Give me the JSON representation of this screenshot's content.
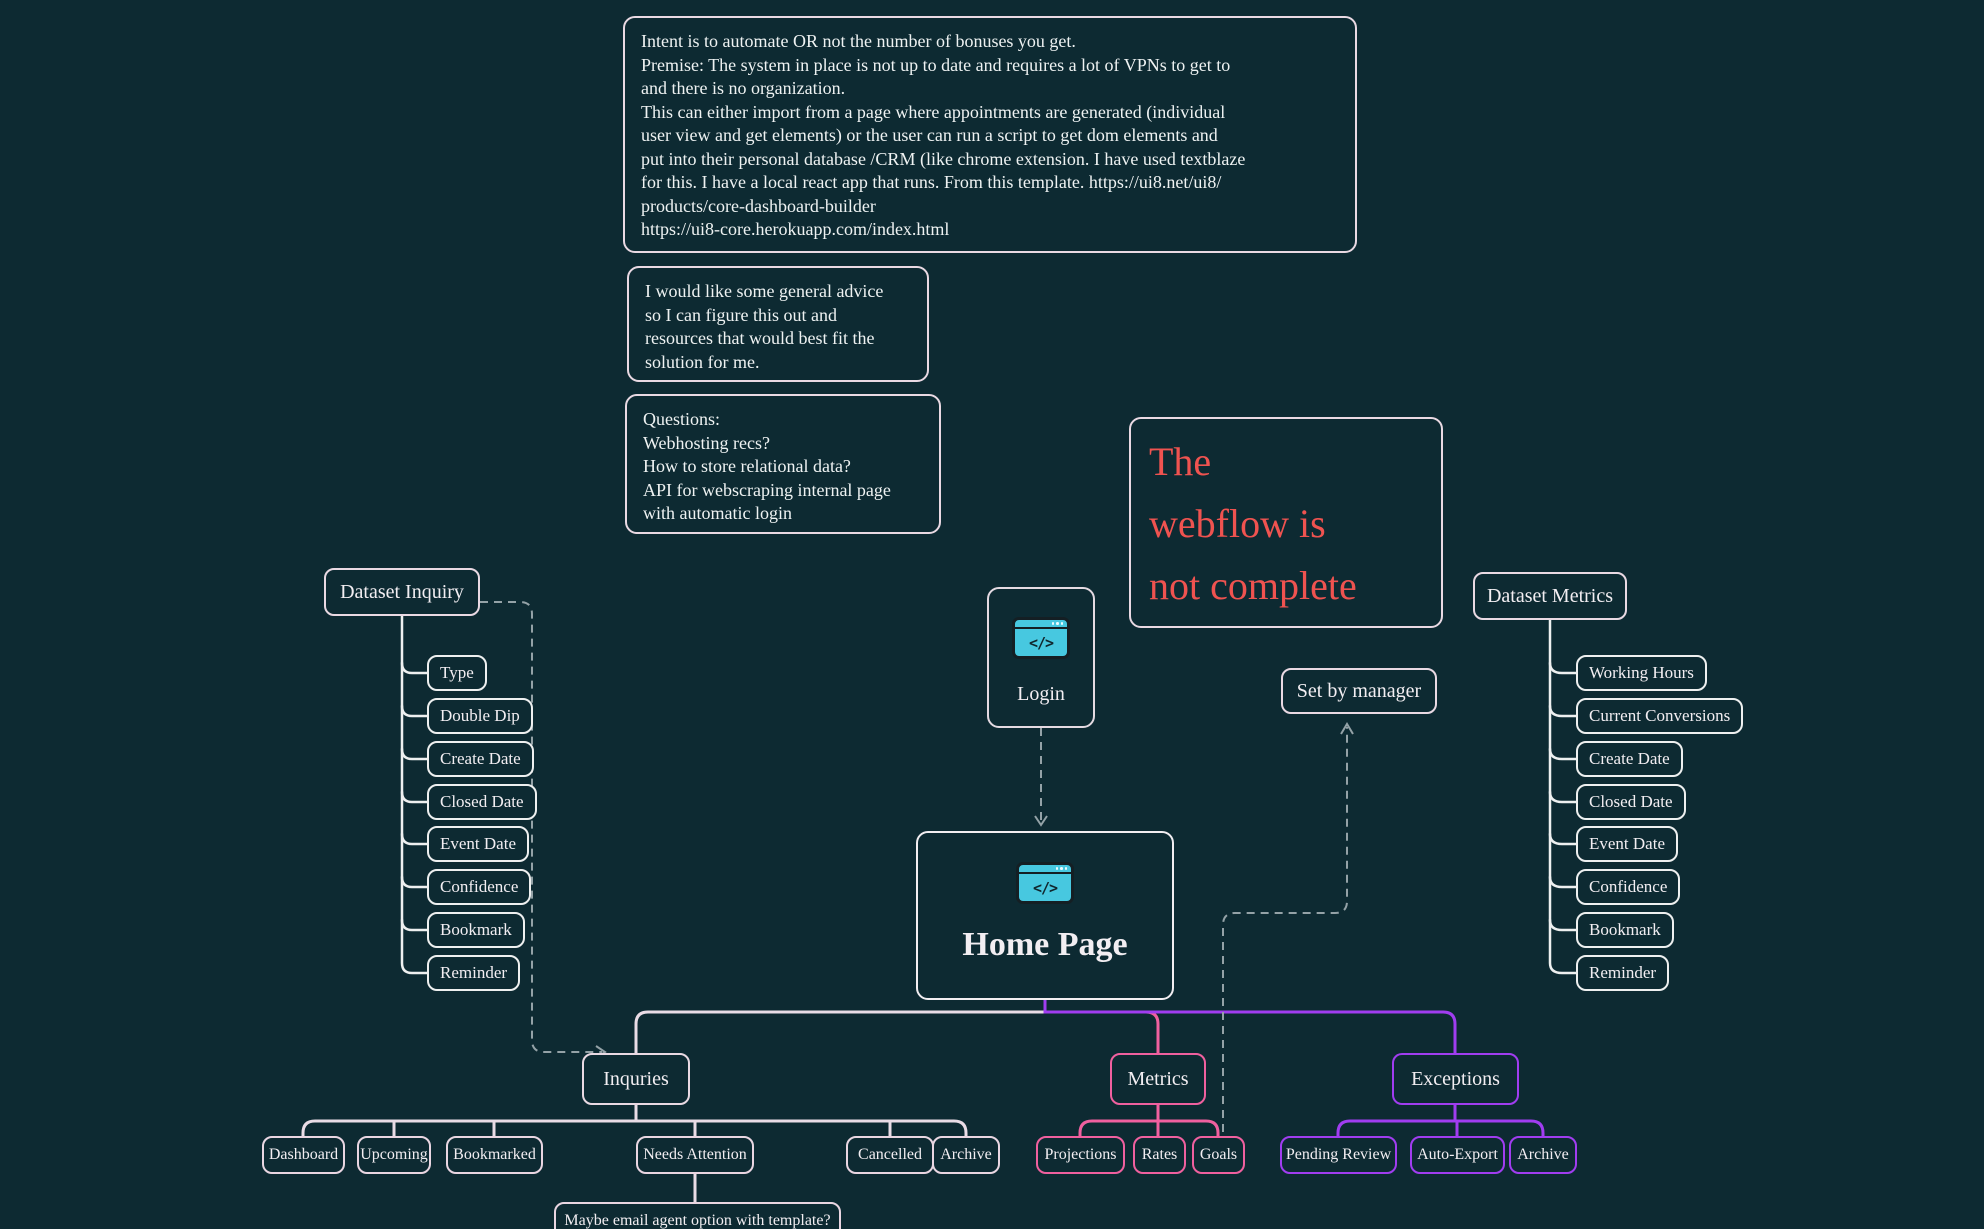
{
  "colors": {
    "background": "#0d2a32",
    "border_light_pink": "#e9d9e3",
    "border_white": "#eef0f0",
    "metrics_pink": "#f0609f",
    "exceptions_purple": "#a03df0",
    "warning_red": "#ef5350",
    "icon_cyan": "#47c8e0",
    "dashed_gray": "#94a2a7"
  },
  "icons": {
    "code_glyph": "</>"
  },
  "notes": {
    "intent": "Intent is to automate OR not the number of bonuses you get.\nPremise: The system in place is not up to date and requires a lot of VPNs to get to\nand there is no organization.\nThis can either import from a page where appointments are generated (individual\nuser view and get elements) or the user can run a script to get dom elements and\nput into their personal database /CRM (like chrome extension. I have used textblaze\nfor this. I have a local react app that runs. From this template.  https://ui8.net/ui8/\nproducts/core-dashboard-builder\nhttps://ui8-core.herokuapp.com/index.html",
    "advice": "I would like some general advice\nso I can figure this out and\nresources that would best fit the\nsolution for me.",
    "questions": "Questions:\nWebhosting recs?\nHow to store relational data?\nAPI for webscraping internal page\nwith automatic login",
    "warning": "The\nwebflow is\nnot complete"
  },
  "tree": {
    "dataset_inquiry": {
      "label": "Dataset Inquiry",
      "children": [
        "Type",
        "Double Dip",
        "Create Date",
        "Closed Date",
        "Event Date",
        "Confidence",
        "Bookmark",
        "Reminder"
      ]
    },
    "dataset_metrics": {
      "label": "Dataset Metrics",
      "children": [
        "Working Hours",
        "Current Conversions",
        "Create Date",
        "Closed Date",
        "Event Date",
        "Confidence",
        "Bookmark",
        "Reminder"
      ]
    },
    "login": {
      "label": "Login"
    },
    "home": {
      "label": "Home Page"
    },
    "set_by_manager": {
      "label": "Set by manager"
    },
    "inquiries": {
      "label": "Inquries",
      "children": [
        "Dashboard",
        "Upcoming",
        "Bookmarked",
        "Needs Attention",
        "Cancelled",
        "Archive"
      ],
      "note": "Maybe email agent option with template?"
    },
    "metrics": {
      "label": "Metrics",
      "children": [
        "Projections",
        "Rates",
        "Goals"
      ]
    },
    "exceptions": {
      "label": "Exceptions",
      "children": [
        "Pending Review",
        "Auto-Export",
        "Archive"
      ]
    }
  }
}
